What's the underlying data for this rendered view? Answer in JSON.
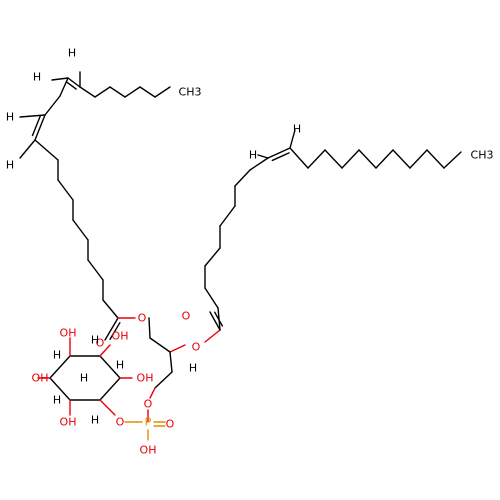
{
  "atom_labels": {
    "oxygen": "O",
    "hydroxyl": "OH",
    "phosphorus": "P",
    "hydrogen": "H",
    "methyl": "CH3"
  },
  "colors": {
    "bond": "#000000",
    "oxygen": "#e8000b",
    "phosphorus": "#e88a00",
    "background": "#ffffff"
  }
}
